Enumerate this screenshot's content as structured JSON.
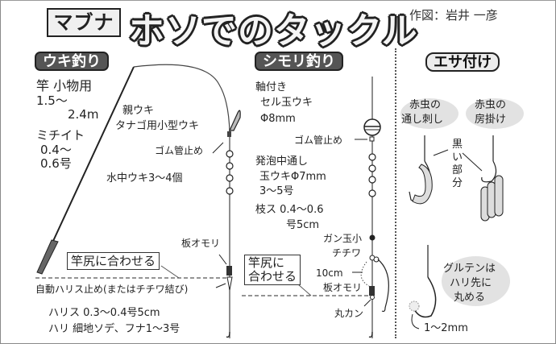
{
  "header": {
    "tag": "マブナ",
    "title": "ホソでのタックル",
    "credit": "作図：岩井 一彦"
  },
  "sections": {
    "uki": {
      "label": "ウキ釣り",
      "rod_line1": "竿 小物用",
      "rod_line2": "1.5〜",
      "rod_line3": "2.4m",
      "michito_line1": "ミチイト",
      "michito_line2": "0.4〜",
      "michito_line3": "0.6号",
      "oya_uki": "親ウキ",
      "oya_uki_type": "タナゴ用小型ウキ",
      "gomu_stopper": "ゴム管止め",
      "suichu_uki": "水中ウキ3〜4個",
      "ita_omori": "板オモリ",
      "sao_jiri": "竿尻に合わせる",
      "swivel": "自動ハリス止め(またはチチワ結び)",
      "harisu": "ハリス 0.3〜0.4号5cm",
      "hari": "ハリ 細地ソデ、フナ1〜3号"
    },
    "shimori": {
      "label": "シモリ釣り",
      "float_line1": "軸付き",
      "float_line2": "セル玉ウキ",
      "float_line3": "Φ8mm",
      "gomu_stopper": "ゴム管止め",
      "shimori_line1": "発泡中通し",
      "shimori_line2": "玉ウキΦ7mm",
      "shimori_line3": "3〜5号",
      "edasu_line1": "枝ス 0.4〜0.6",
      "edasu_line2": "号5cm",
      "gandama": "ガン玉小",
      "chichiwa": "チチワ",
      "ten_cm": "10cm",
      "ita_omori": "板オモリ",
      "sao_jiri_line1": "竿尻に",
      "sao_jiri_line2": "合わせる",
      "marukan": "丸カン"
    },
    "esa": {
      "label": "エサ付け",
      "toshi_line1": "赤虫の",
      "toshi_line2": "通し刺し",
      "fusa_line1": "赤虫の",
      "fusa_line2": "房掛け",
      "black_part": [
        "黒",
        "い",
        "部",
        "分"
      ],
      "gluten_line1": "グルテンは",
      "gluten_line2": "ハリ先に",
      "gluten_line3": "丸める",
      "size": "1〜2mm"
    }
  },
  "colors": {
    "ink": "#222222",
    "pill_dark": "#555555",
    "blob_gray": "#e2e2e2",
    "frame": "#8a8a8a"
  }
}
